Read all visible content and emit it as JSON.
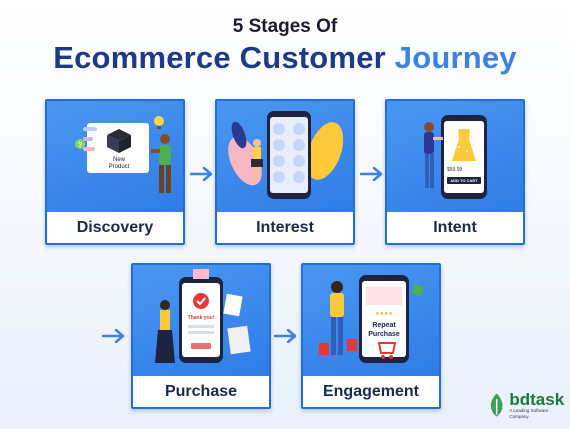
{
  "header": {
    "subtitle": "5 Stages Of",
    "title_main": "Ecommerce Customer",
    "title_accent": "Journey"
  },
  "stages": [
    {
      "label": "Discovery",
      "illustration_text": [
        "New",
        "Product"
      ]
    },
    {
      "label": "Interest"
    },
    {
      "label": "Intent",
      "illustration_text": [
        "$59.99",
        "ADD TO CART"
      ]
    },
    {
      "label": "Purchase",
      "illustration_text": [
        "Thank you!"
      ]
    },
    {
      "label": "Engagement",
      "illustration_text": [
        "Repeat",
        "Purchase"
      ]
    }
  ],
  "logo": {
    "name": "bdtask",
    "tagline": "A Leading Software Company"
  },
  "colors": {
    "title_dark": "#1d3a8a",
    "title_accent": "#3b82e6",
    "card_blue": "#1f6fe0",
    "arrow_blue": "#3b82e6",
    "logo_green": "#1a7a3a"
  }
}
